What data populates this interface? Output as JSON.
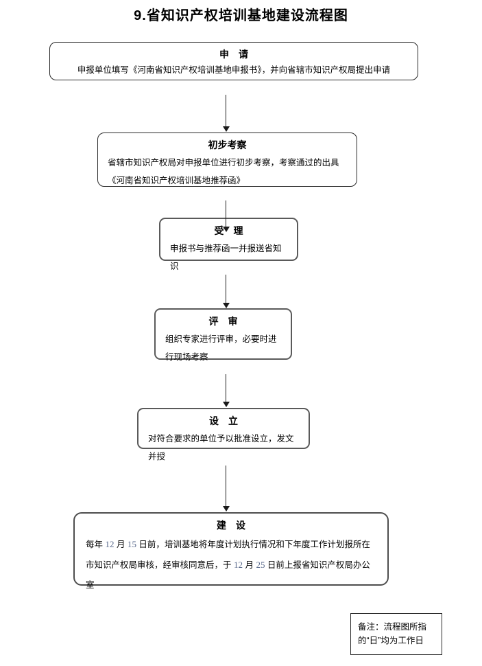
{
  "page": {
    "title": "9.省知识产权培训基地建设流程图"
  },
  "flowchart": {
    "steps": [
      {
        "id": "apply",
        "title": "申　请",
        "body": "申报单位填写《河南省知识产权培训基地申报书》，并向省辖市知识产权局提出申请"
      },
      {
        "id": "preliminary-survey",
        "title": "初步考察",
        "body": "省辖市知识产权局对申报单位进行初步考察，考察通过的出具《河南省知识产权培训基地推荐函》"
      },
      {
        "id": "acceptance",
        "title": "受　理",
        "body": "申报书与推荐函一并报送省知识"
      },
      {
        "id": "review",
        "title": "评　审",
        "body": "组织专家进行评审，必要时进行现场考察"
      },
      {
        "id": "establishment",
        "title": "设　立",
        "body": "对符合要求的单位予以批准设立，发文并授"
      },
      {
        "id": "construction",
        "title": "建　设",
        "body_segments": {
          "s1": "每年 ",
          "n1": "12",
          "s2": " 月 ",
          "n2": "15",
          "s3": " 日前，培训基地将年度计划执行情况和下年度工作计划报所在市知识产权局审核，经审核同意后，于 ",
          "n3": "12",
          "s4": " 月 ",
          "n4": "25",
          "s5": " 日前上报省知识产权局办公室"
        }
      }
    ],
    "note": {
      "text": "备注：流程图所指的“日”均为工作日"
    }
  },
  "colors": {
    "number_accent": "#5a6a8c",
    "border_dark": "#262626",
    "border_gray": "#5a5a5a",
    "arrow": "#1a1a1a",
    "text": "#000000",
    "background": "#ffffff"
  }
}
